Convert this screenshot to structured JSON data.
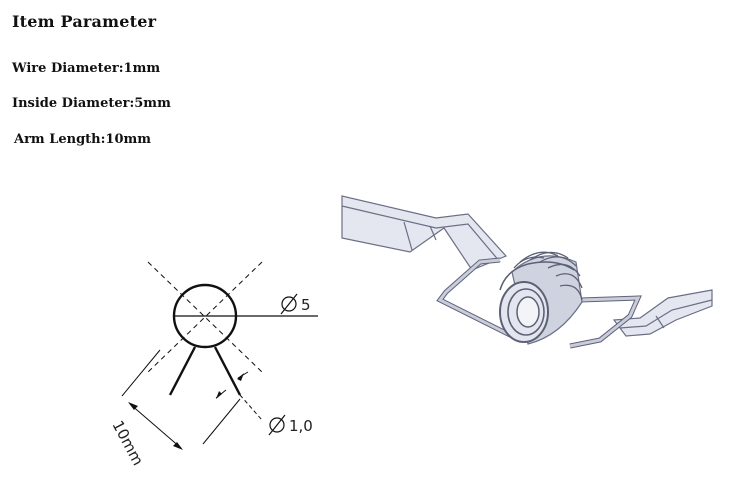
{
  "header": {
    "title": "Item Parameter"
  },
  "params": [
    {
      "text": "Wire Diameter:1mm"
    },
    {
      "text": "Inside Diameter:5mm"
    },
    {
      "text": "Arm Length:10mm"
    }
  ],
  "drawing": {
    "inside_dim": "5",
    "wire_dim": "1,0",
    "arm_dim": "10mm"
  }
}
